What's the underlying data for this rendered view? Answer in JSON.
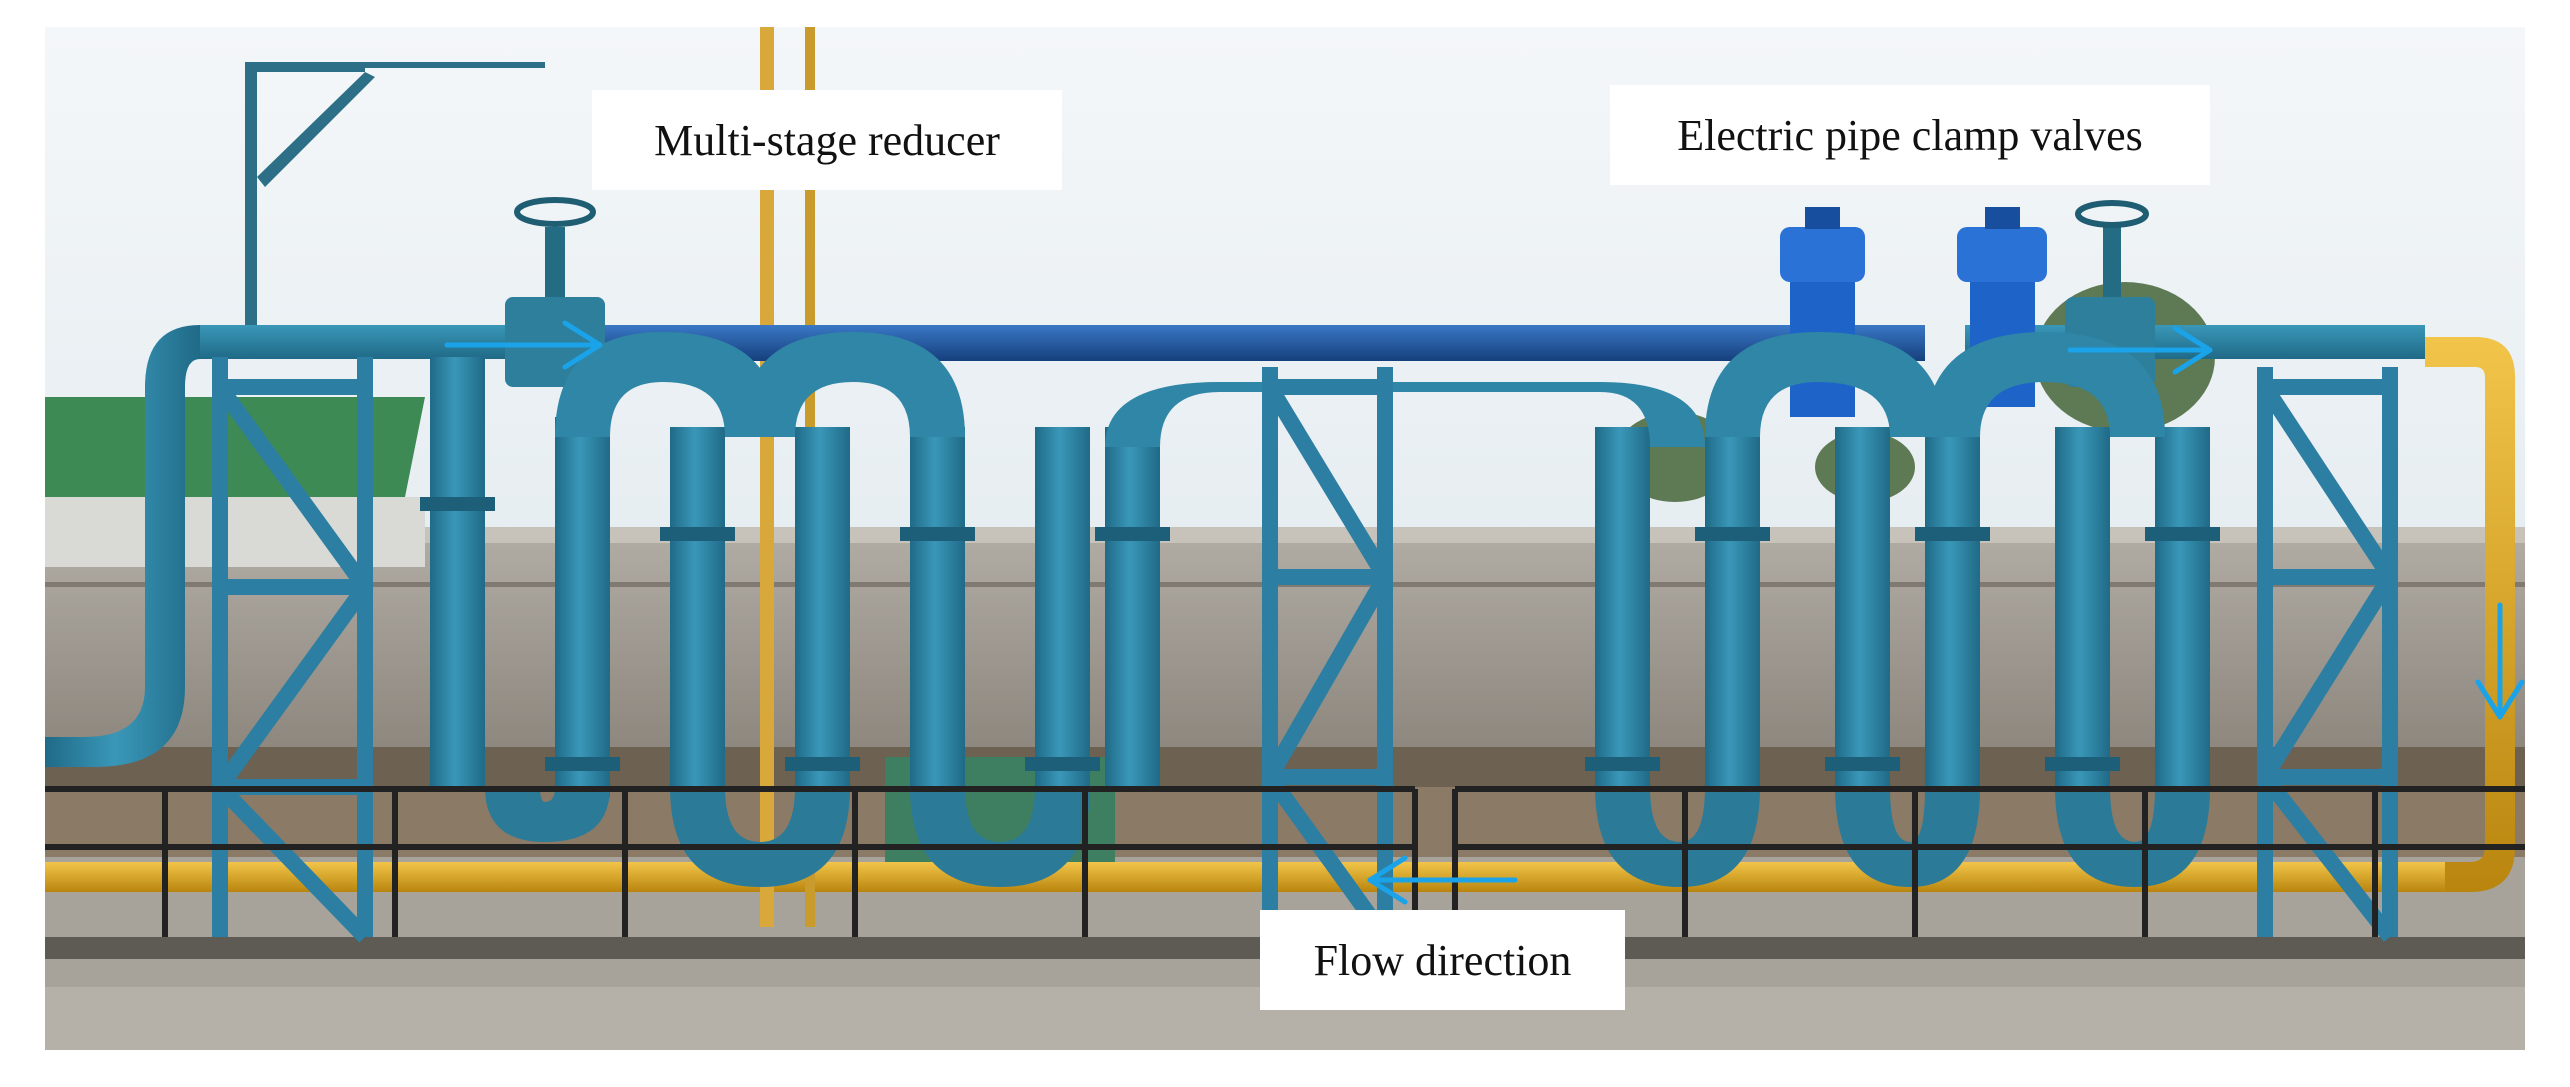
{
  "labels": {
    "reducer": "Multi-stage reducer",
    "valves": "Electric pipe clamp valves",
    "flow": "Flow direction"
  },
  "colors": {
    "sky": "#eef3f6",
    "pipe_teal": "#2f86a6",
    "pipe_blue": "#1f5aa8",
    "frame": "#2c7fa3",
    "yellow_pipe": "#e3a91c",
    "wall": "#9c9790",
    "arrow": "#1aa3e8",
    "valve_actuator": "#1e64c8"
  }
}
